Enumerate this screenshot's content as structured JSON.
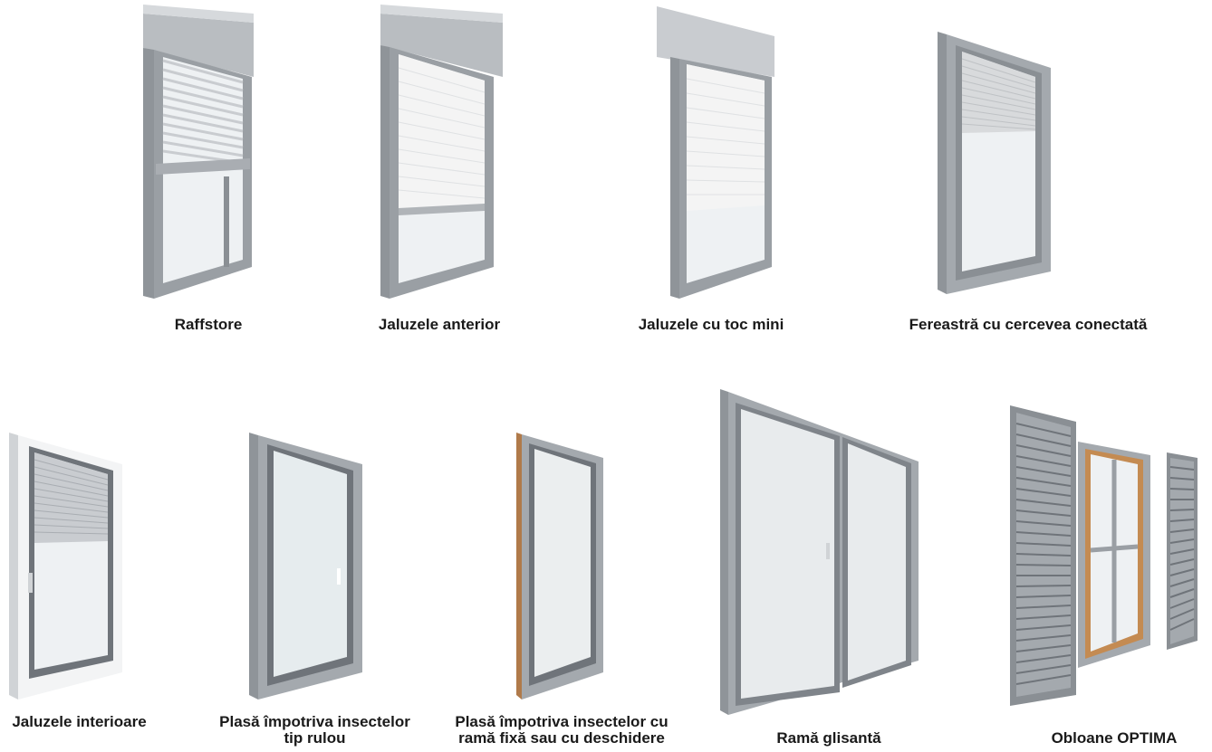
{
  "products": [
    {
      "id": "raffstore",
      "label": "Raffstore"
    },
    {
      "id": "jaluzele-anterior",
      "label": "Jaluzele anterior"
    },
    {
      "id": "jaluzele-toc-mini",
      "label": "Jaluzele cu toc mini"
    },
    {
      "id": "fereastra-cercevea",
      "label": "Fereastră cu cercevea conectată"
    },
    {
      "id": "jaluzele-interioare",
      "label": "Jaluzele interioare"
    },
    {
      "id": "plasa-rulou",
      "label_line1": "Plasă împotriva insectelor",
      "label_line2": "tip rulou"
    },
    {
      "id": "plasa-rama-fixa",
      "label_line1": "Plasă împotriva insectelor cu",
      "label_line2": "ramă fixă sau cu deschidere"
    },
    {
      "id": "rama-glisanta",
      "label": "Ramă glisantă"
    },
    {
      "id": "obloane-optima",
      "label": "Obloane OPTIMA"
    }
  ],
  "colors": {
    "frame": "#9a9fa4",
    "frame_dark": "#6f747a",
    "box": "#b9bdc1",
    "glass": "#eef1f3",
    "slat": "#f4f4f4",
    "wood": "#b07a4a"
  }
}
